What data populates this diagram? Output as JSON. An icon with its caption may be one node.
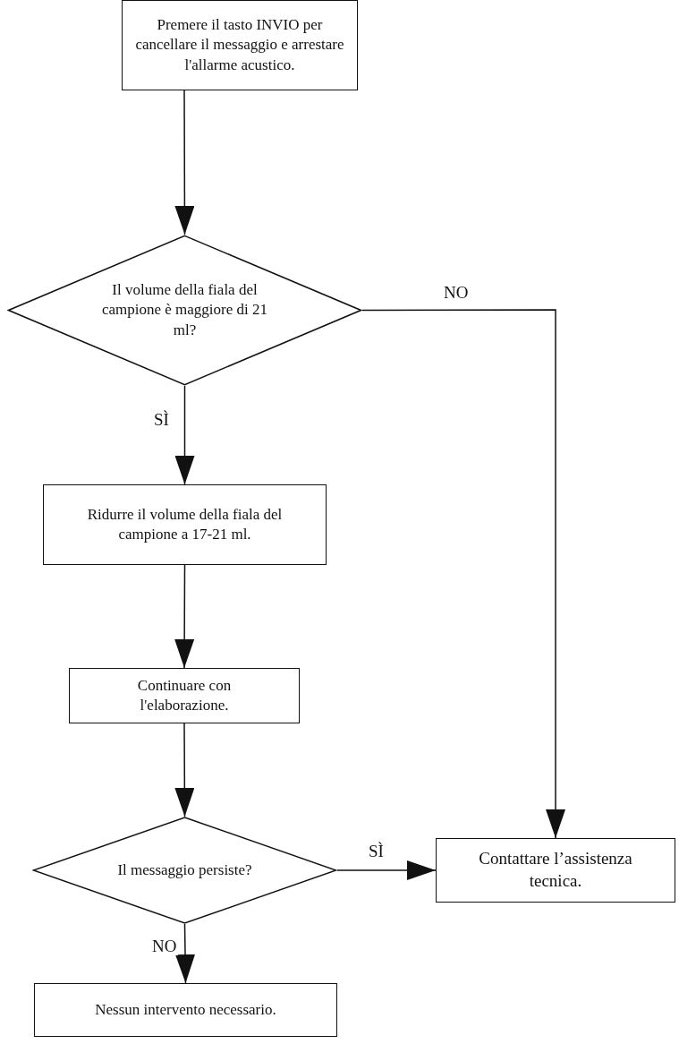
{
  "diagram": {
    "nodes": [
      {
        "text": [
          "Premere il tasto INVIO per cancellare il messaggio e arrestare l'allarme acustico."
        ]
      },
      {
        "text": [
          "Il volume della fiala del campione è maggiore di 21 ml?"
        ]
      },
      {
        "text": [
          "Ridurre il volume della fiala del campione a 17-21 ml."
        ]
      },
      {
        "text": [
          "Continuare con l'elaborazione."
        ]
      },
      {
        "text": [
          "Il messaggio persiste?"
        ]
      },
      {
        "text": [
          "Contattare l’assistenza tecnica."
        ]
      },
      {
        "text": [
          "Nessun intervento necessario."
        ]
      }
    ],
    "edges": [
      {
        "from": 0,
        "to": 1,
        "arrow": "to"
      },
      {
        "from": 1,
        "to": 5,
        "arrow": "to",
        "label": "NO"
      },
      {
        "from": 1,
        "to": 2,
        "arrow": "to",
        "label": "SÌ"
      },
      {
        "from": 2,
        "to": 3,
        "arrow": "to"
      },
      {
        "from": 3,
        "to": 4,
        "arrow": "to"
      },
      {
        "from": 4,
        "to": 5,
        "arrow": "to",
        "label": "SÌ"
      },
      {
        "from": 4,
        "to": 6,
        "arrow": "to",
        "label": "NO"
      }
    ]
  }
}
